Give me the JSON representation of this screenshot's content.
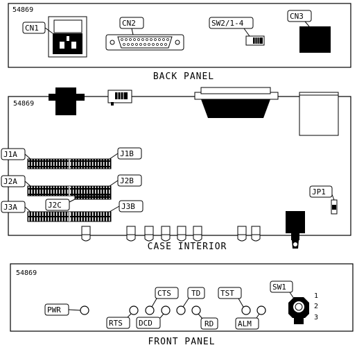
{
  "back_panel": {
    "model": "54869",
    "caption": "BACK PANEL",
    "labels": {
      "cn1": "CN1",
      "cn2": "CN2",
      "sw2": "SW2/1-4",
      "cn3": "CN3"
    }
  },
  "case_interior": {
    "model": "54869",
    "caption": "CASE INTERIOR",
    "labels": {
      "j1a": "J1A",
      "j1b": "J1B",
      "j2a": "J2A",
      "j2b": "J2B",
      "j2c": "J2C",
      "j3a": "J3A",
      "j3b": "J3B",
      "jp1": "JP1"
    }
  },
  "front_panel": {
    "model": "54869",
    "caption": "FRONT PANEL",
    "labels": {
      "pwr": "PWR",
      "rts": "RTS",
      "cts": "CTS",
      "dcd": "DCD",
      "td": "TD",
      "rd": "RD",
      "tst": "TST",
      "alm": "ALM",
      "sw1": "SW1"
    },
    "switch_positions": [
      "1",
      "2",
      "3"
    ]
  }
}
